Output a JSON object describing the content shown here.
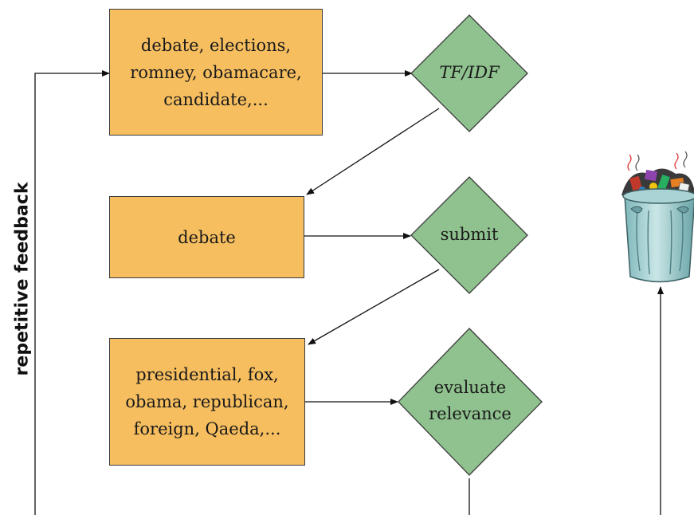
{
  "flow": {
    "box1_text": "debate, elections,\nromney, obamacare,\ncandidate,...",
    "box2_text": "debate",
    "box3_text": "presidential, fox,\nobama, republican,\nforeign, Qaeda,...",
    "decision1_label": "TF/IDF",
    "decision2_label": "submit",
    "decision3_label": "evaluate\nrelevance",
    "feedback_label": "repetitive feedback"
  },
  "icons": {
    "trash": "trash-can-icon"
  },
  "colors": {
    "box_fill": "#f6be5f",
    "diamond_fill": "#8fc28e",
    "stroke": "#3b3b3b"
  }
}
